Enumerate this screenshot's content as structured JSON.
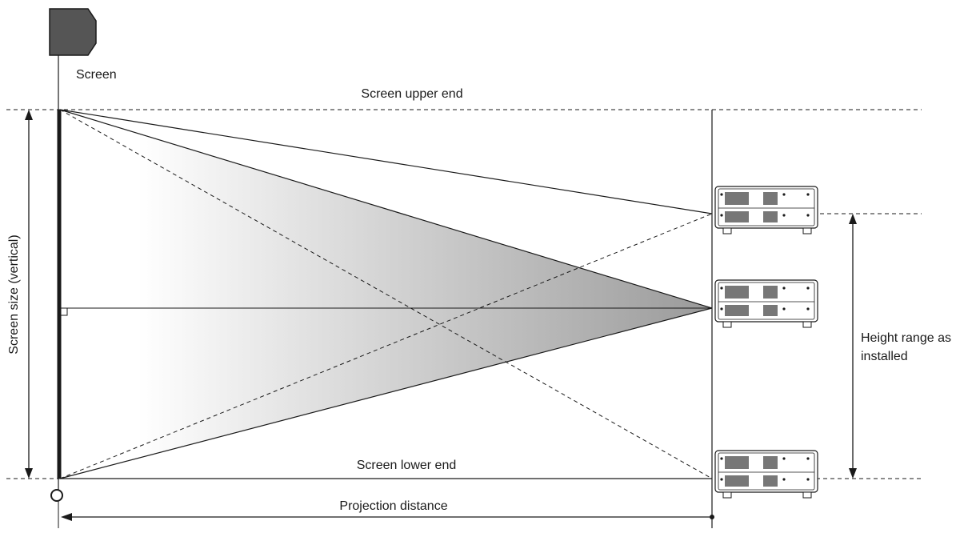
{
  "labels": {
    "screen": "Screen",
    "upper_end": "Screen upper end",
    "lower_end": "Screen lower end",
    "screen_size": "Screen size (vertical)",
    "height_range_line1": "Height range as",
    "height_range_line2": "installed",
    "projection_distance": "Projection distance"
  },
  "icons": {
    "screen_flag": "screen-flag-icon",
    "projector": "projector-icon"
  },
  "colors": {
    "line": "#1a1a1a",
    "beam_dark": "#9a9a9a",
    "flag_fill": "#555555"
  }
}
